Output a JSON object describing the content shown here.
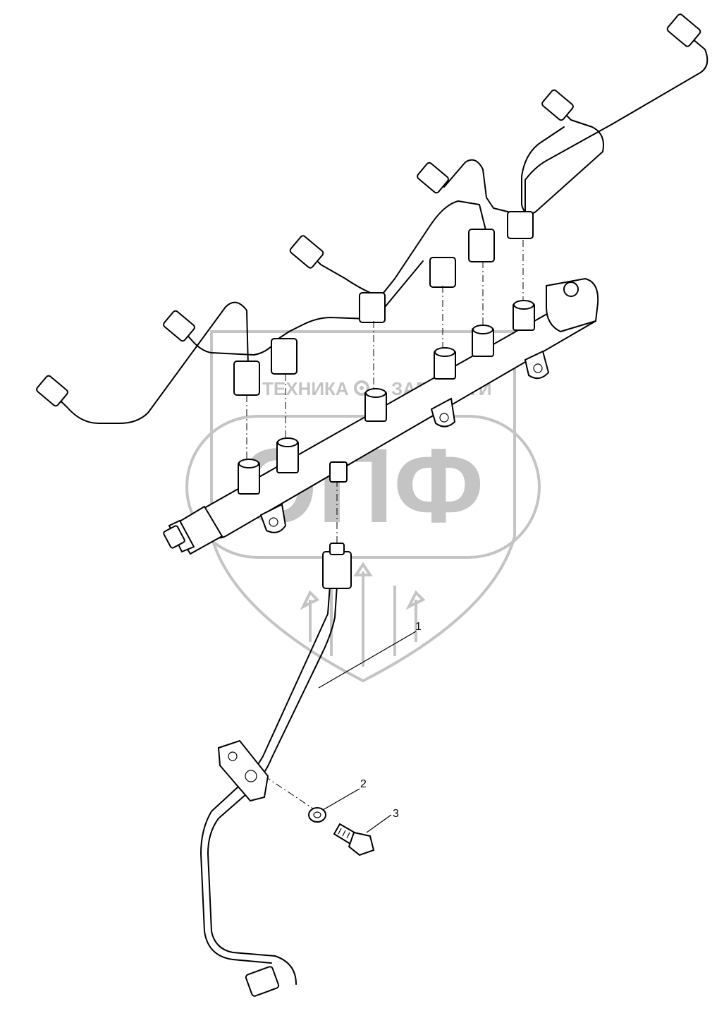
{
  "watermark": {
    "brand_left": "ТЕХНИКА",
    "brand_right": "ЗАПЧАСТИ",
    "logo_letters": "ЭПФ"
  },
  "callouts": [
    {
      "id": "1",
      "label": "1"
    },
    {
      "id": "2",
      "label": "2"
    },
    {
      "id": "3",
      "label": "3"
    }
  ],
  "colors": {
    "line": "#000000",
    "watermark": "#c4c4c4",
    "background": "#ffffff"
  }
}
